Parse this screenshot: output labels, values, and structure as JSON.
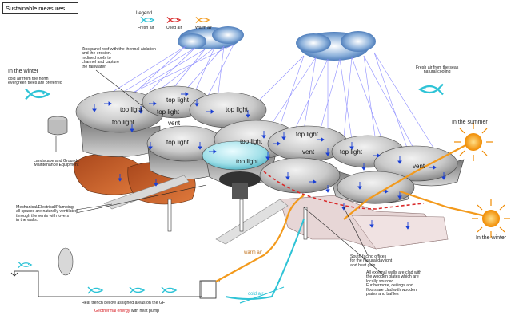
{
  "header": {
    "title": "Sustainable measures"
  },
  "legend": {
    "title": "Legend",
    "items": [
      {
        "label": "Fresh air",
        "color": "#2ec3d6"
      },
      {
        "label": "Used air",
        "color": "#d92b2b"
      },
      {
        "label": "Warm air",
        "color": "#f39a1c"
      }
    ]
  },
  "annotations": {
    "zinc_roof": "Zinc panel roof with the thermal aislation\nand the erosion.\nInclined roofs to\nchannel and capture\nthe rainwater",
    "in_the_winter": "In the winter",
    "winter_north": "cold air from the north\nevergreen trees are preferred",
    "fresh_air_seas": "Fresh air from the seas\nnatural cooling",
    "in_the_summer": "In the summer",
    "in_the_winter_right": "In the winter",
    "landscape": "Landscape and Grounds\nMaintenance Equipment",
    "mep": "Mechanical/Electrical/Plumbing\nall spaces are naturally ventilated\nthrough the vents with lovers\nin the walls.",
    "south_offices": "South facing offices\nfor the Natural daylight\nand heat gain",
    "external_walls": "All external walls are clad with\nthe wooden plates which are\nlocally sourced.\nFurthermore, ceilings and\nfloors are clad with wooden\nplates and baffles",
    "heat_trench": "Heat trench bellow assigned areas on the GF",
    "geothermal": "Geothermal energy",
    "heat_pump": " with heat pump",
    "warm_air": "warm air",
    "cold_air": "cold air"
  },
  "dome_labels": {
    "top_light": "top light",
    "vent": "vent"
  },
  "colors": {
    "fresh": "#2ec3d6",
    "used": "#d92b2b",
    "warm": "#f39a1c",
    "sun": "#f08a00",
    "cloud": "#2a5fa8"
  }
}
